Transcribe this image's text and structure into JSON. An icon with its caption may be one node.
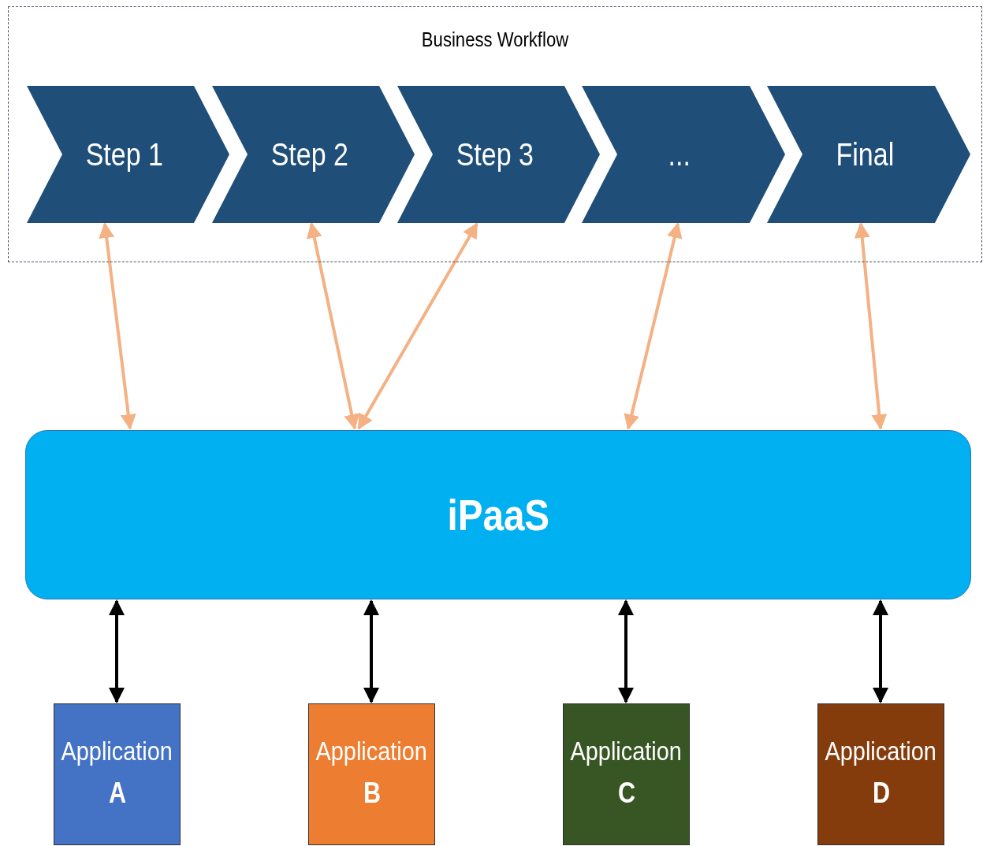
{
  "diagram": {
    "nodes": [
      {
        "text": [
          "Business Workflow"
        ]
      },
      {
        "text": [
          "Step 1"
        ],
        "in": 0
      },
      {
        "text": [
          "Step 2"
        ],
        "in": 0
      },
      {
        "text": [
          "Step 3"
        ],
        "in": 0
      },
      {
        "text": [
          "..."
        ],
        "in": 0
      },
      {
        "text": [
          "Final"
        ],
        "in": 0
      },
      {
        "text": [
          "iPaaS"
        ]
      },
      {
        "text": [
          "Application",
          "A"
        ]
      },
      {
        "text": [
          "Application",
          "B"
        ]
      },
      {
        "text": [
          "Application",
          "C"
        ]
      },
      {
        "text": [
          "Application",
          "D"
        ]
      }
    ],
    "edges": [
      {
        "from": 1,
        "to": 6,
        "arrow": "both",
        "color": "#f4b183"
      },
      {
        "from": 2,
        "to": 6,
        "arrow": "both",
        "color": "#f4b183"
      },
      {
        "from": 3,
        "to": 6,
        "arrow": "both",
        "color": "#f4b183"
      },
      {
        "from": 4,
        "to": 6,
        "arrow": "both",
        "color": "#f4b183"
      },
      {
        "from": 5,
        "to": 6,
        "arrow": "both",
        "color": "#f4b183"
      },
      {
        "from": 6,
        "to": 7,
        "arrow": "both",
        "color": "#000000"
      },
      {
        "from": 6,
        "to": 8,
        "arrow": "both",
        "color": "#000000"
      },
      {
        "from": 6,
        "to": 9,
        "arrow": "both",
        "color": "#000000"
      },
      {
        "from": 6,
        "to": 10,
        "arrow": "both",
        "color": "#000000"
      }
    ]
  }
}
